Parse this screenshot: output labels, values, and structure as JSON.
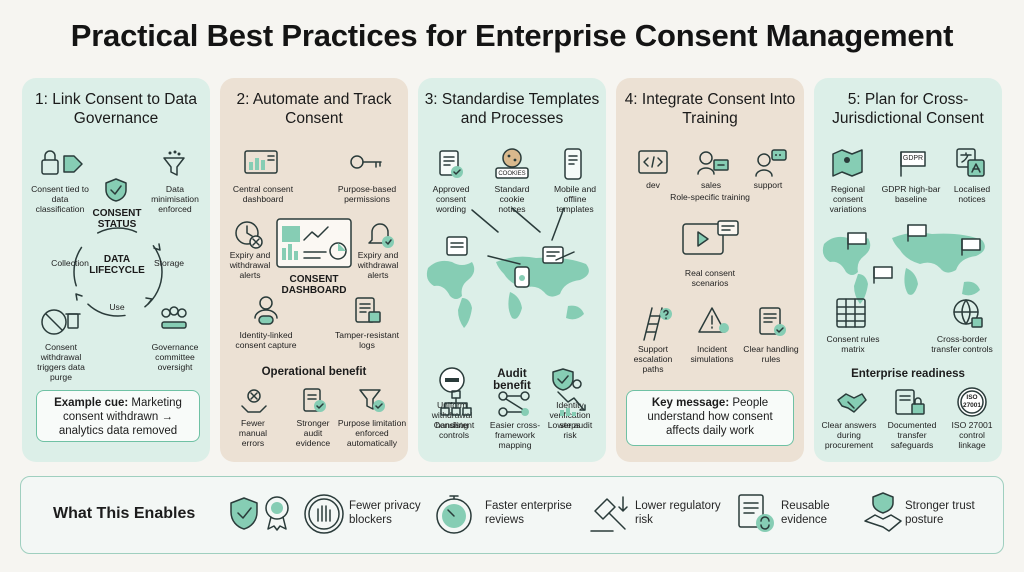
{
  "title": "Practical Best Practices for Enterprise Consent Management",
  "panels": [
    {
      "heading": "1: Link Consent to Data Governance",
      "labels": {
        "consent_tied": "Consent tied to data classification",
        "data_min": "Data minimisation enforced",
        "consent_status": "CONSENT STATUS",
        "lifecycle": "DATA LIFECYCLE",
        "collection": "Collection",
        "storage": "Storage",
        "use": "Use",
        "withdrawal": "Consent withdrawal triggers data purge",
        "governance": "Governance committee oversight"
      },
      "example_cue": "Example cue:",
      "example_text": "Marketing consent withdrawn → analytics data removed"
    },
    {
      "heading": "2: Automate and Track Consent",
      "labels": {
        "central": "Central consent dashboard",
        "purpose": "Purpose-based permissions",
        "expiry_left": "Expiry and withdrawal alerts",
        "expiry_right": "Expiry and withdrawal alerts",
        "dashboard": "CONSENT DASHBOARD",
        "identity": "Identity-linked consent capture",
        "tamper": "Tamper-resistant logs"
      },
      "benefit_title": "Operational benefit",
      "benefits": [
        "Fewer manual errors",
        "Stronger audit evidence",
        "Purpose limitation enforced automatically"
      ]
    },
    {
      "heading": "3: Standardise Templates and Processes",
      "labels": {
        "approved": "Approved consent wording",
        "cookie": "Standard cookie notices",
        "mobile": "Mobile and offline templates",
        "uniform": "Uniform withdrawal handling",
        "identity": "Identity verification steps",
        "cookie_tag": "COOKIES"
      },
      "benefit_title": "Audit benefit",
      "benefits": [
        "Consistent controls",
        "Easier cross-framework mapping",
        "Lower audit risk"
      ]
    },
    {
      "heading": "4: Integrate Consent Into Training",
      "labels": {
        "dev": "dev",
        "sales": "sales",
        "support": "support",
        "role": "Role-specific training",
        "scenarios": "Real consent scenarios",
        "escalation": "Support escalation paths",
        "incident": "Incident simulations",
        "clear": "Clear handling rules"
      },
      "key_cue": "Key message:",
      "key_text": "People understand how consent affects daily work"
    },
    {
      "heading": "5: Plan for Cross-Jurisdictional Consent",
      "labels": {
        "regional": "Regional consent variations",
        "gdpr": "GDPR high-bar baseline",
        "gdpr_tag": "GDPR",
        "localised": "Localised notices",
        "matrix": "Consent rules matrix",
        "cross": "Cross-border transfer controls"
      },
      "benefit_title": "Enterprise readiness",
      "benefits": [
        "Clear answers during procurement",
        "Documented transfer safeguards",
        "ISO 27001 control linkage"
      ],
      "iso_tag": "ISO 27001"
    }
  ],
  "enables": {
    "title": "What This Enables",
    "items": [
      "Fewer privacy blockers",
      "Faster enterprise reviews",
      "Lower regulatory risk",
      "Reusable evidence",
      "Stronger trust posture"
    ]
  },
  "colors": {
    "mint": "#dcefe8",
    "tan": "#ece1d4",
    "accent": "#86cdb4",
    "ink": "#2a3b3a"
  }
}
